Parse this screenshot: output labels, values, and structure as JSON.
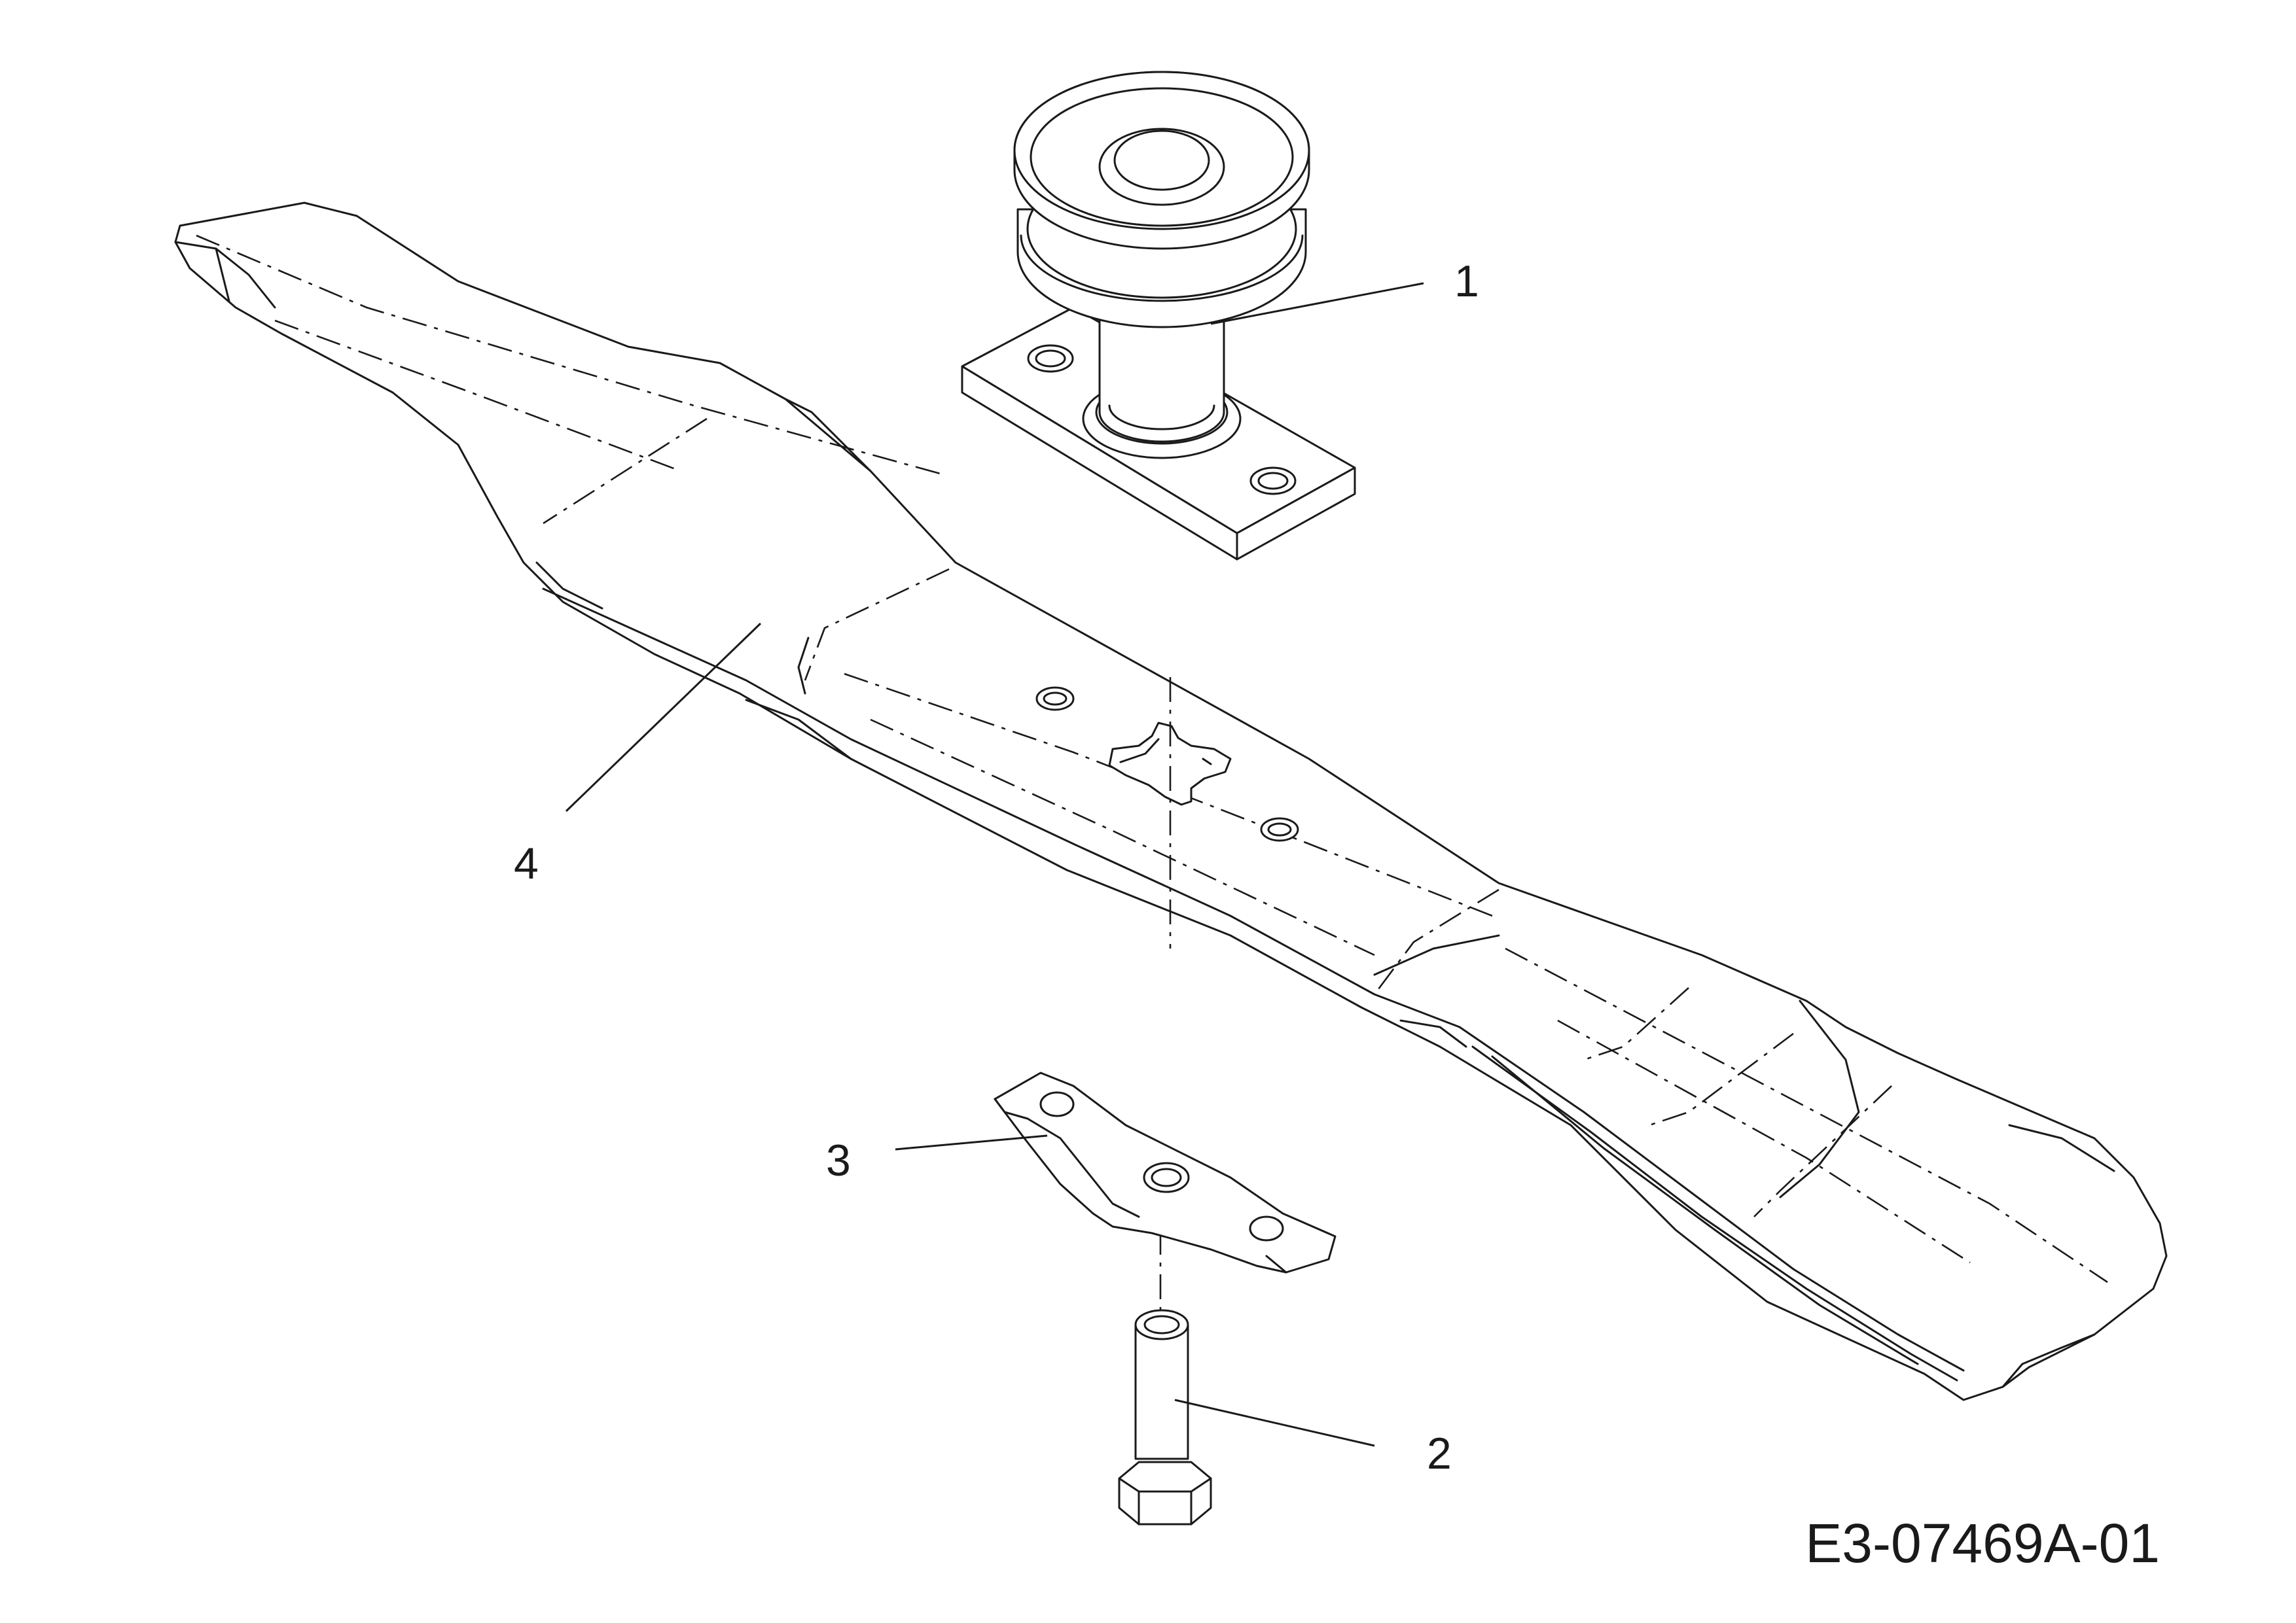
{
  "callouts": [
    {
      "id": "1",
      "part": "spindle-pulley"
    },
    {
      "id": "2",
      "part": "blade-bolt"
    },
    {
      "id": "3",
      "part": "blade-adapter"
    },
    {
      "id": "4",
      "part": "mower-blade"
    }
  ],
  "drawing_code": "E3-07469A-01",
  "line_color": "#1a1a1a",
  "background": "#ffffff"
}
